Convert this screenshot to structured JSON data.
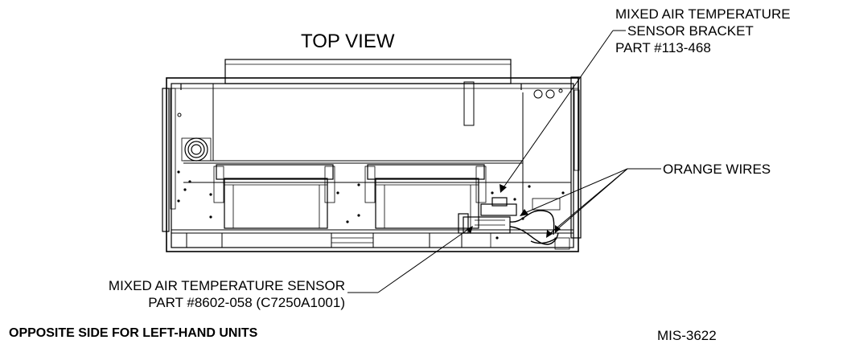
{
  "view_title": "TOP VIEW",
  "callouts": {
    "bracket": {
      "line1": "MIXED AIR TEMPERATURE",
      "line2": "SENSOR BRACKET",
      "line3": "PART #113-468"
    },
    "wires": "ORANGE WIRES",
    "sensor": {
      "line1": "MIXED AIR TEMPERATURE SENSOR",
      "line2": "PART #8602-058 (C7250A1001)"
    }
  },
  "note": "OPPOSITE SIDE FOR LEFT-HAND UNITS",
  "drawing_id": "MIS-3622"
}
